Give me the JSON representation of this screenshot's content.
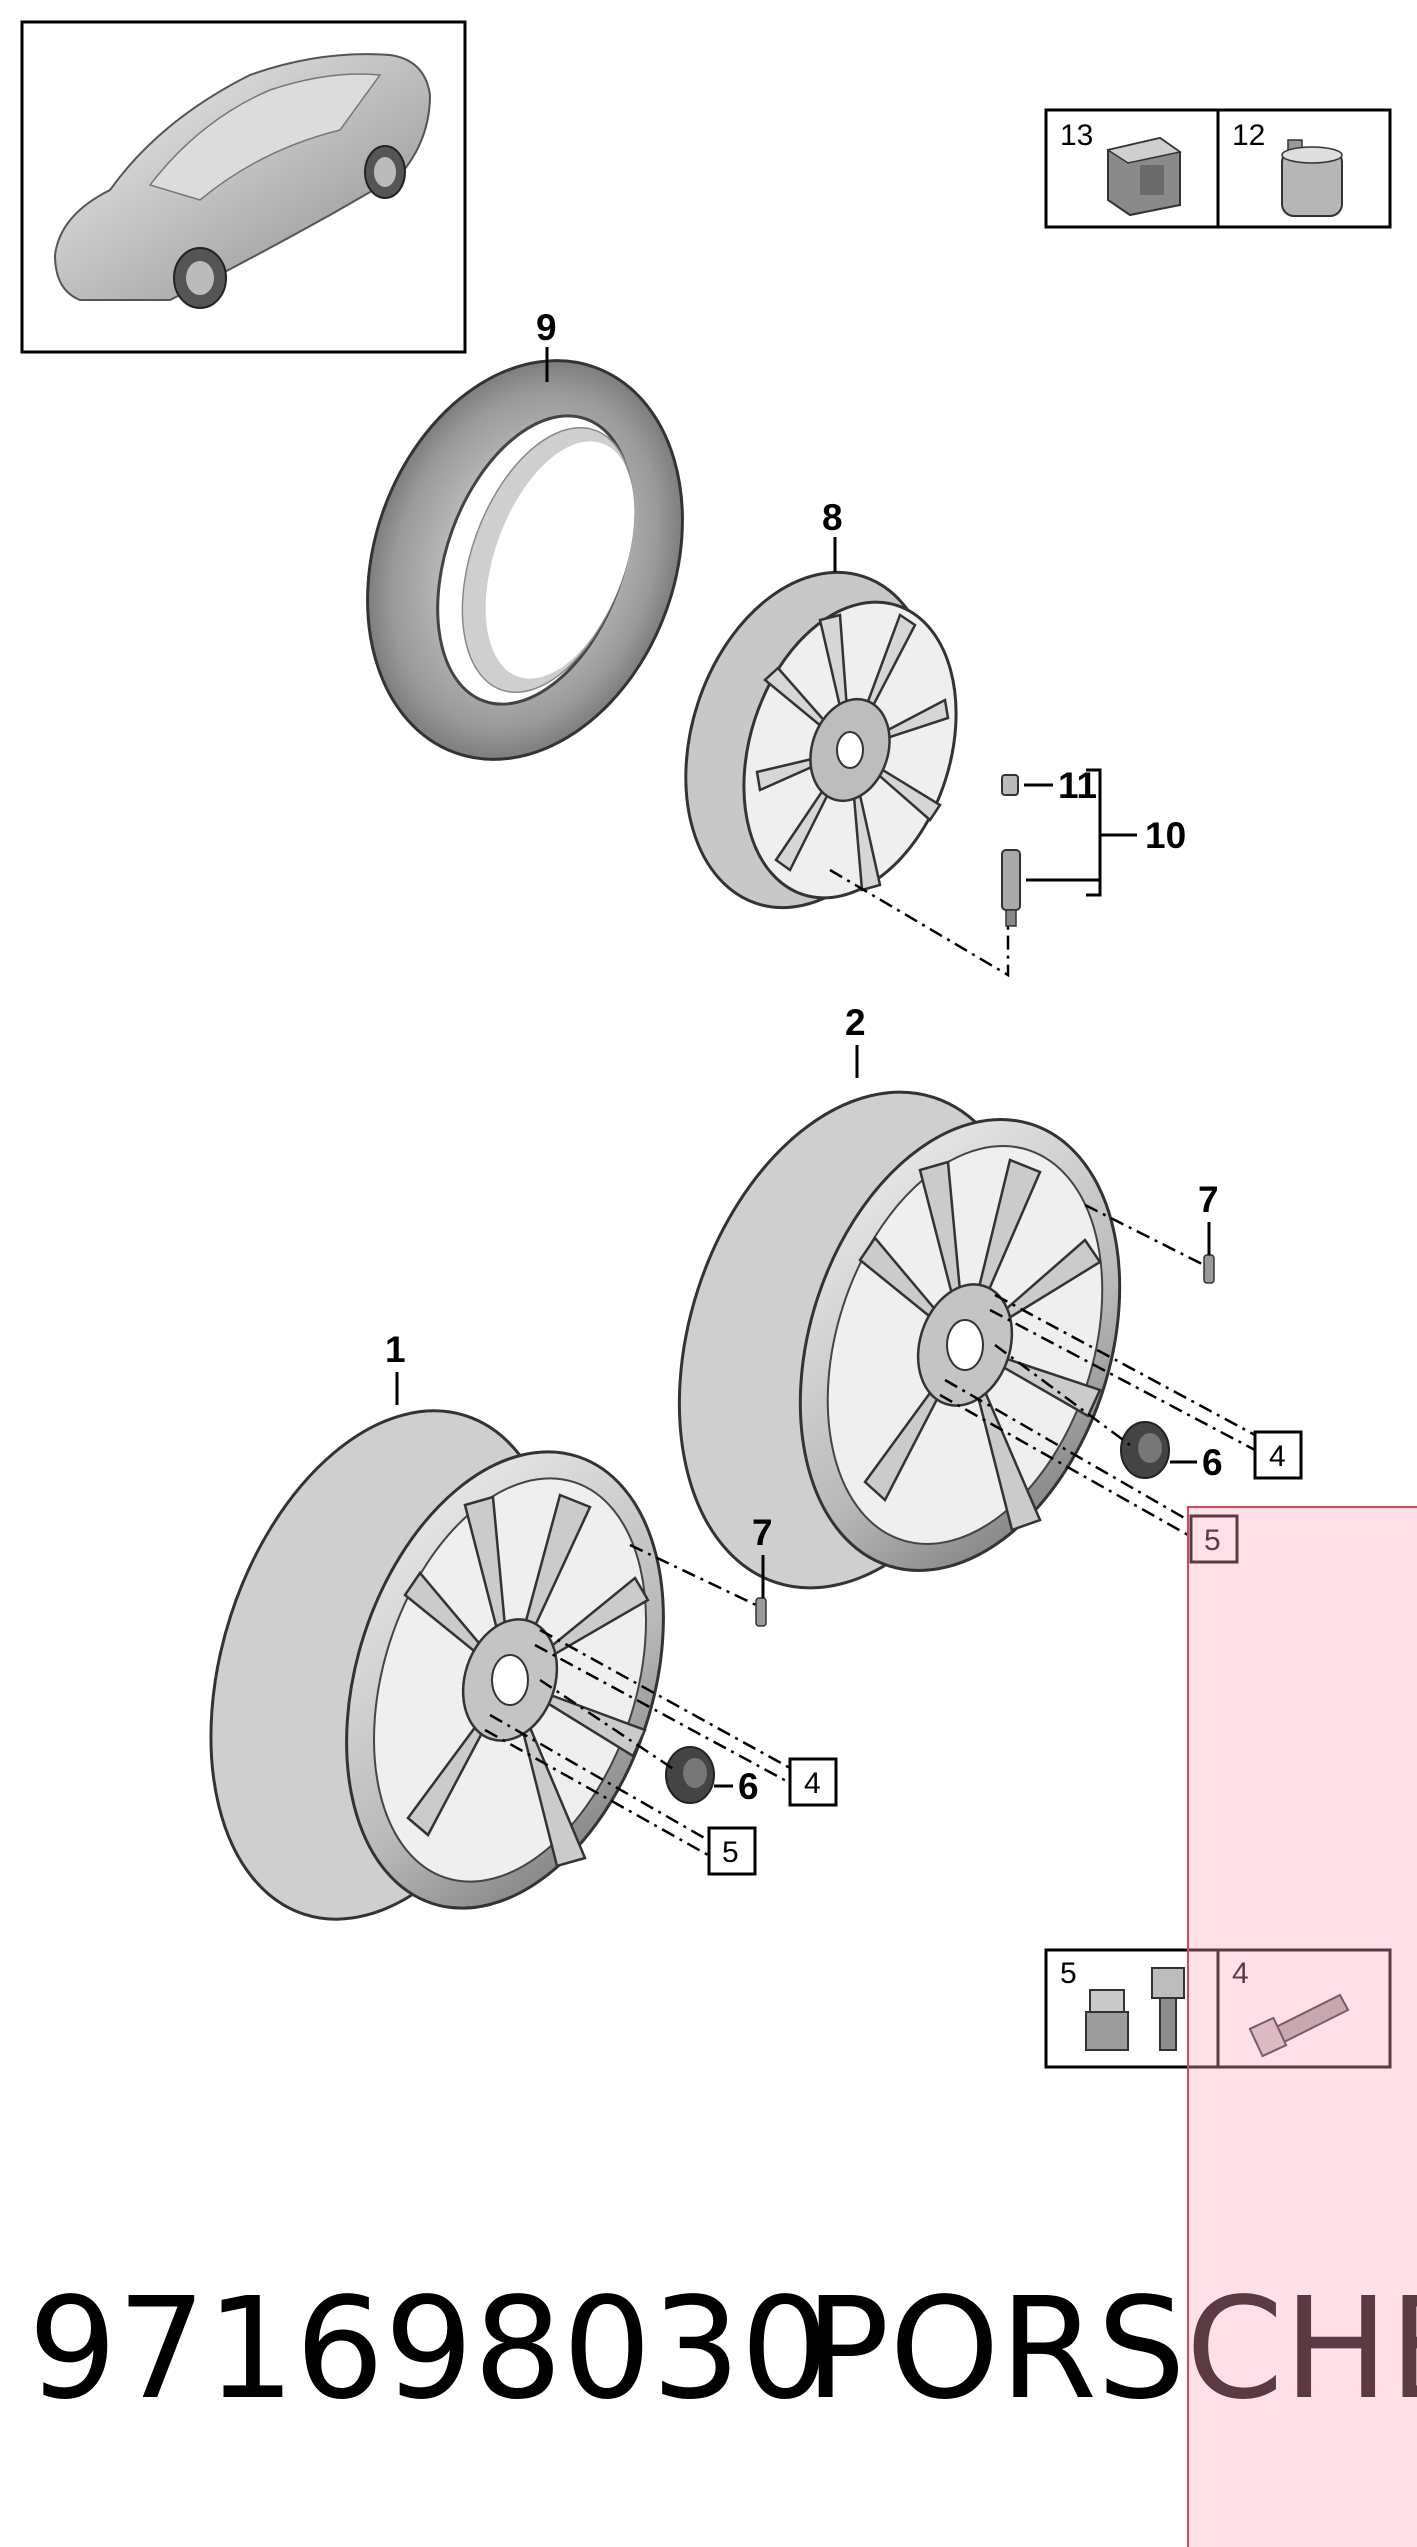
{
  "callouts": {
    "c1": "1",
    "c2": "2",
    "c6a": "6",
    "c6b": "6",
    "c7a": "7",
    "c7b": "7",
    "c8": "8",
    "c9": "9",
    "c10": "10",
    "c11": "11"
  },
  "boxed_refs": {
    "b4a": "4",
    "b4b": "4",
    "b5a": "5",
    "b5b": "5"
  },
  "legend_top": {
    "left_num": "13",
    "right_num": "12"
  },
  "legend_bottom": {
    "left_num": "5",
    "right_num": "4"
  },
  "footer": {
    "part_number": "971698030",
    "brand": "PORSCHE"
  },
  "colors": {
    "highlight": "#ffb0bd"
  }
}
